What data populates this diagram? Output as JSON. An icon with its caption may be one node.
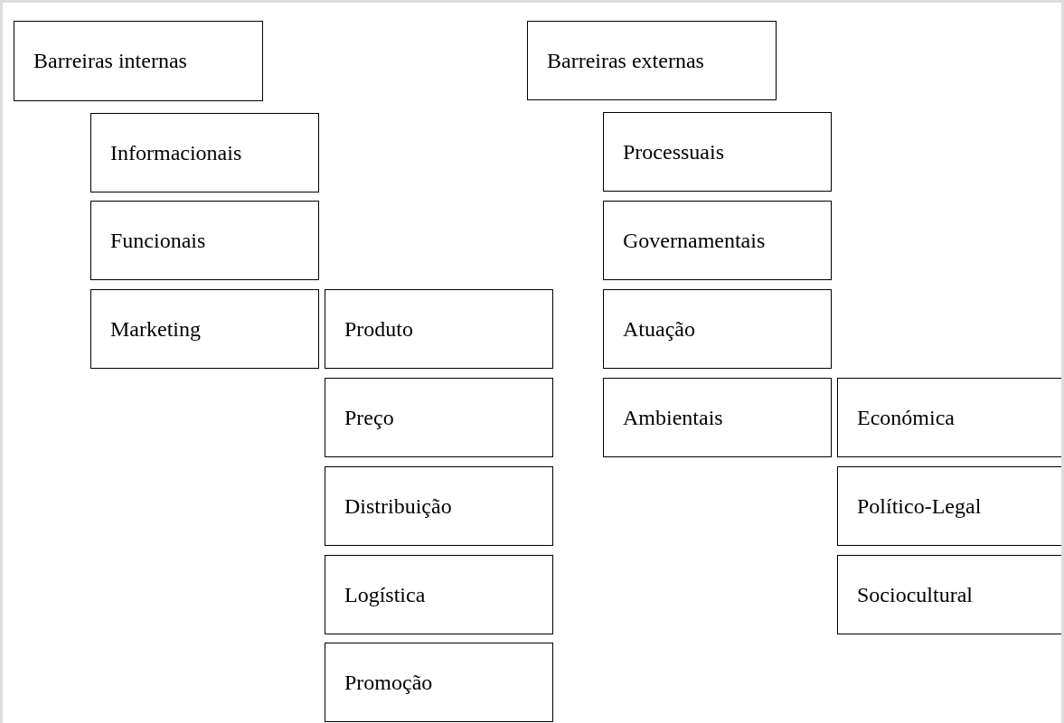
{
  "diagram": {
    "nodes": [
      {
        "text": [
          "Barreiras internas"
        ]
      },
      {
        "text": [
          "Informacionais"
        ]
      },
      {
        "text": [
          "Funcionais"
        ]
      },
      {
        "text": [
          "Marketing"
        ]
      },
      {
        "text": [
          "Produto"
        ]
      },
      {
        "text": [
          "Preço"
        ]
      },
      {
        "text": [
          "Distribuição"
        ]
      },
      {
        "text": [
          "Logística"
        ]
      },
      {
        "text": [
          "Promoção"
        ]
      },
      {
        "text": [
          "Barreiras externas"
        ]
      },
      {
        "text": [
          "Processuais"
        ]
      },
      {
        "text": [
          "Governamentais"
        ]
      },
      {
        "text": [
          "Atuação"
        ]
      },
      {
        "text": [
          "Ambientais"
        ]
      },
      {
        "text": [
          "Económica"
        ]
      },
      {
        "text": [
          "Político-Legal"
        ]
      },
      {
        "text": [
          "Sociocultural"
        ]
      }
    ]
  }
}
